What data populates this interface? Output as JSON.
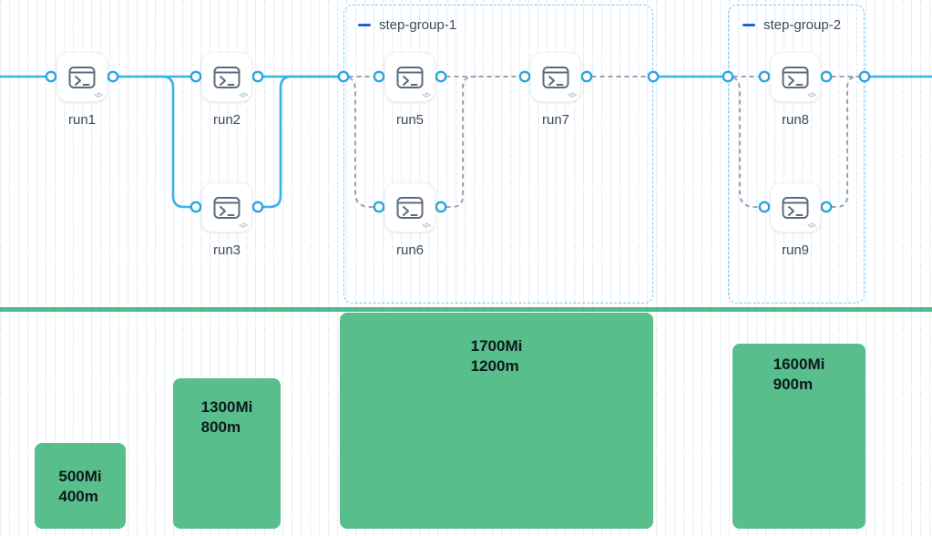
{
  "colors": {
    "edge_blue": "#3ab1e8",
    "port_stroke": "#2aa5e2",
    "dashed_edge": "#9aa3b0",
    "group_border": "#7ec8f0",
    "group_dash": "#2263d6",
    "node_icon": "#5d6b7e",
    "label_text": "#3d4a5c",
    "bar_green": "#57be8c",
    "divider_green": "#4fbd89",
    "bar_text": "#10181d",
    "grid_dot": "#bdd0e2",
    "grid_line": "#eaf2fa"
  },
  "workflow": {
    "groups": [
      {
        "label": "step-group-1"
      },
      {
        "label": "step-group-2"
      }
    ],
    "nodes": [
      {
        "label": "run1"
      },
      {
        "label": "run2"
      },
      {
        "label": "run3"
      },
      {
        "label": "run5"
      },
      {
        "label": "run6"
      },
      {
        "label": "run7"
      },
      {
        "label": "run8"
      },
      {
        "label": "run9"
      }
    ],
    "node_icon": "terminal-icon",
    "code_badge": "</>"
  },
  "resources": {
    "bars": [
      {
        "memory": "500Mi",
        "cpu": "400m"
      },
      {
        "memory": "1300Mi",
        "cpu": "800m"
      },
      {
        "memory": "1700Mi",
        "cpu": "1200m"
      },
      {
        "memory": "1600Mi",
        "cpu": "900m"
      }
    ]
  }
}
